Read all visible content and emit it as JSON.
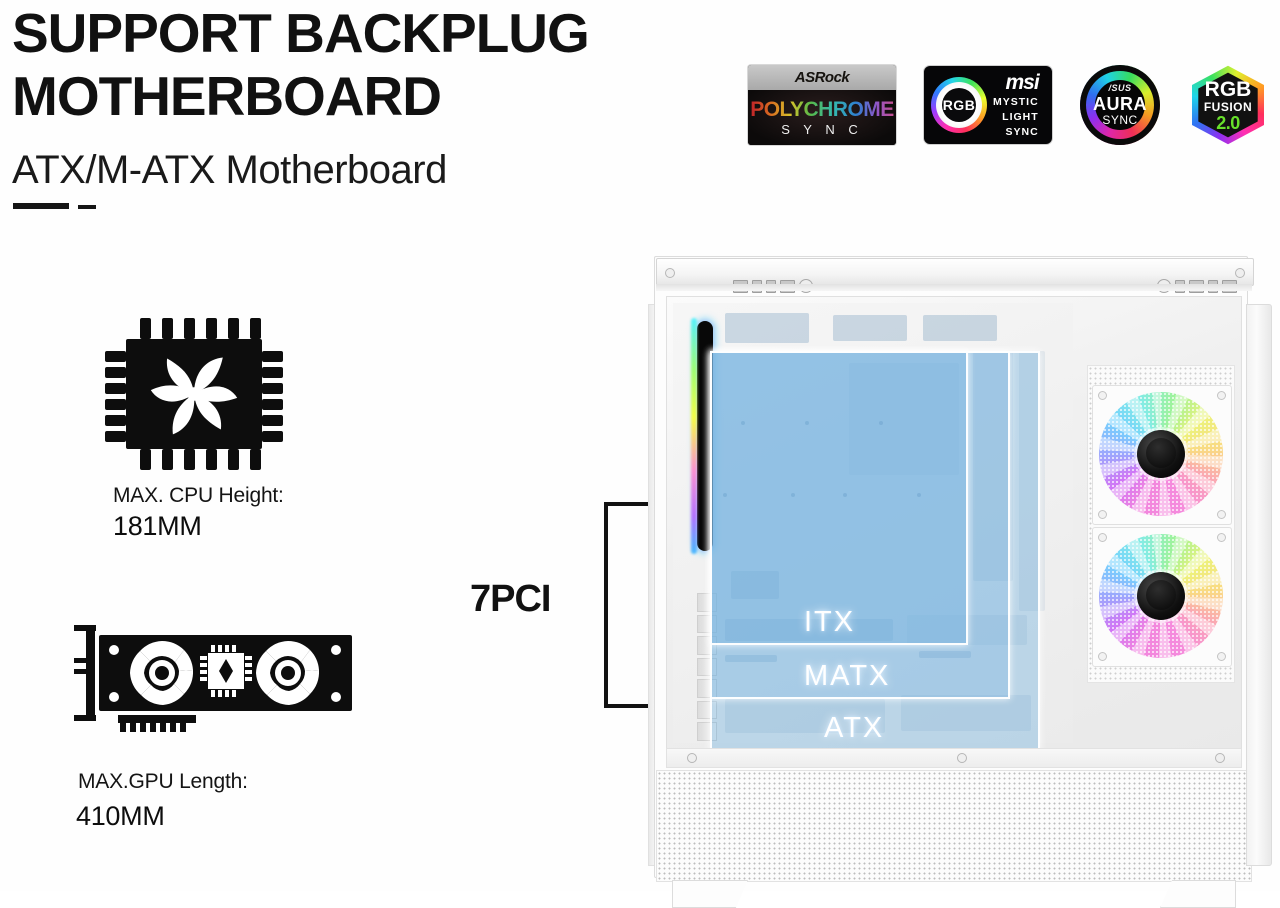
{
  "headline": {
    "line1": "SUPPORT BACKPLUG",
    "line2": "MOTHERBOARD"
  },
  "subheading": "ATX/M-ATX Motherboard",
  "rgb_logos": [
    {
      "name": "asrock-polychrome-sync",
      "brand": "ASRock",
      "title": "POLYCHROME",
      "subtitle": "S Y N C"
    },
    {
      "name": "msi-mystic-light-sync",
      "ring_label": "RGB",
      "brand": "msi",
      "line1": "MYSTIC",
      "line2": "LIGHT",
      "line3": "SYNC"
    },
    {
      "name": "asus-aura-sync",
      "brand": "/SUS",
      "title": "AURA",
      "subtitle": "SYNC"
    },
    {
      "name": "gigabyte-rgb-fusion",
      "title": "RGB",
      "word": "FUSION",
      "version": "2.0"
    }
  ],
  "specs": [
    {
      "icon": "cpu-cooler-chip-icon",
      "caption": "MAX. CPU Height:",
      "value": "181MM"
    },
    {
      "icon": "graphics-card-icon",
      "caption": "MAX.GPU Length:",
      "value": "410MM"
    }
  ],
  "pci": {
    "label": "7PCI"
  },
  "form_factors": [
    {
      "label": "ITX"
    },
    {
      "label": "MATX"
    },
    {
      "label": "ATX"
    }
  ],
  "colors": {
    "text_dark": "#111111",
    "overlay_blue": "#78b4e1",
    "overlay_border": "#ffffff",
    "case_white": "#fdfdfd",
    "accent_green": "#67e02a"
  }
}
